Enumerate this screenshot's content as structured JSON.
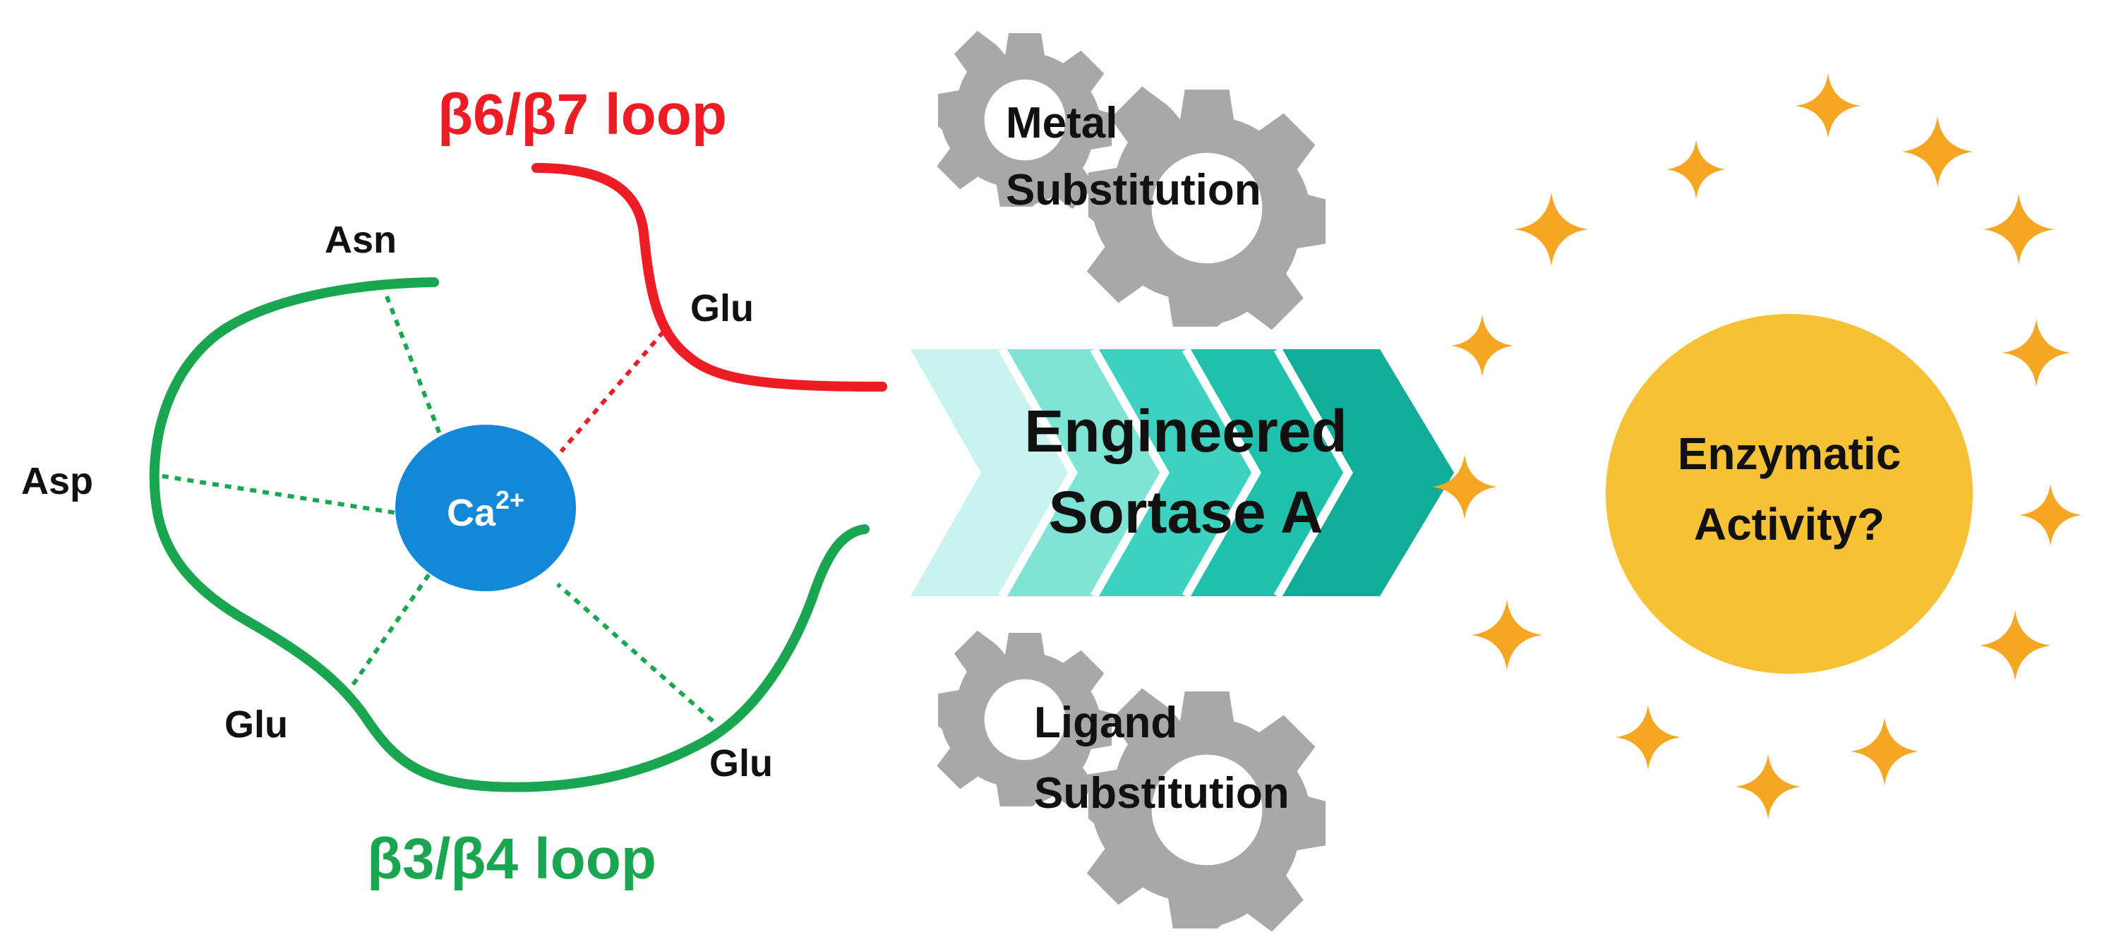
{
  "loops": {
    "b67_label": "β6/β7 loop",
    "b34_label": "β3/β4 loop",
    "b67_color": "#ee1c24",
    "b34_color": "#1aa651"
  },
  "residues": {
    "asn": "Asn",
    "asp": "Asp",
    "glu_top": "Glu",
    "glu_left": "Glu",
    "glu_right": "Glu"
  },
  "ion": {
    "label": "Ca",
    "charge": "2+",
    "color": "#1488d8"
  },
  "arrow": {
    "line1": "Engineered",
    "line2": "Sortase A"
  },
  "gears": {
    "top_line1": "Metal",
    "top_line2": "Substitution",
    "bottom_line1": "Ligand",
    "bottom_line2": "Substitution",
    "color": "#a8a8a8"
  },
  "result": {
    "line1": "Enzymatic",
    "line2": "Activity?",
    "color": "#f7c136",
    "sparkle_color": "#f5a623"
  }
}
